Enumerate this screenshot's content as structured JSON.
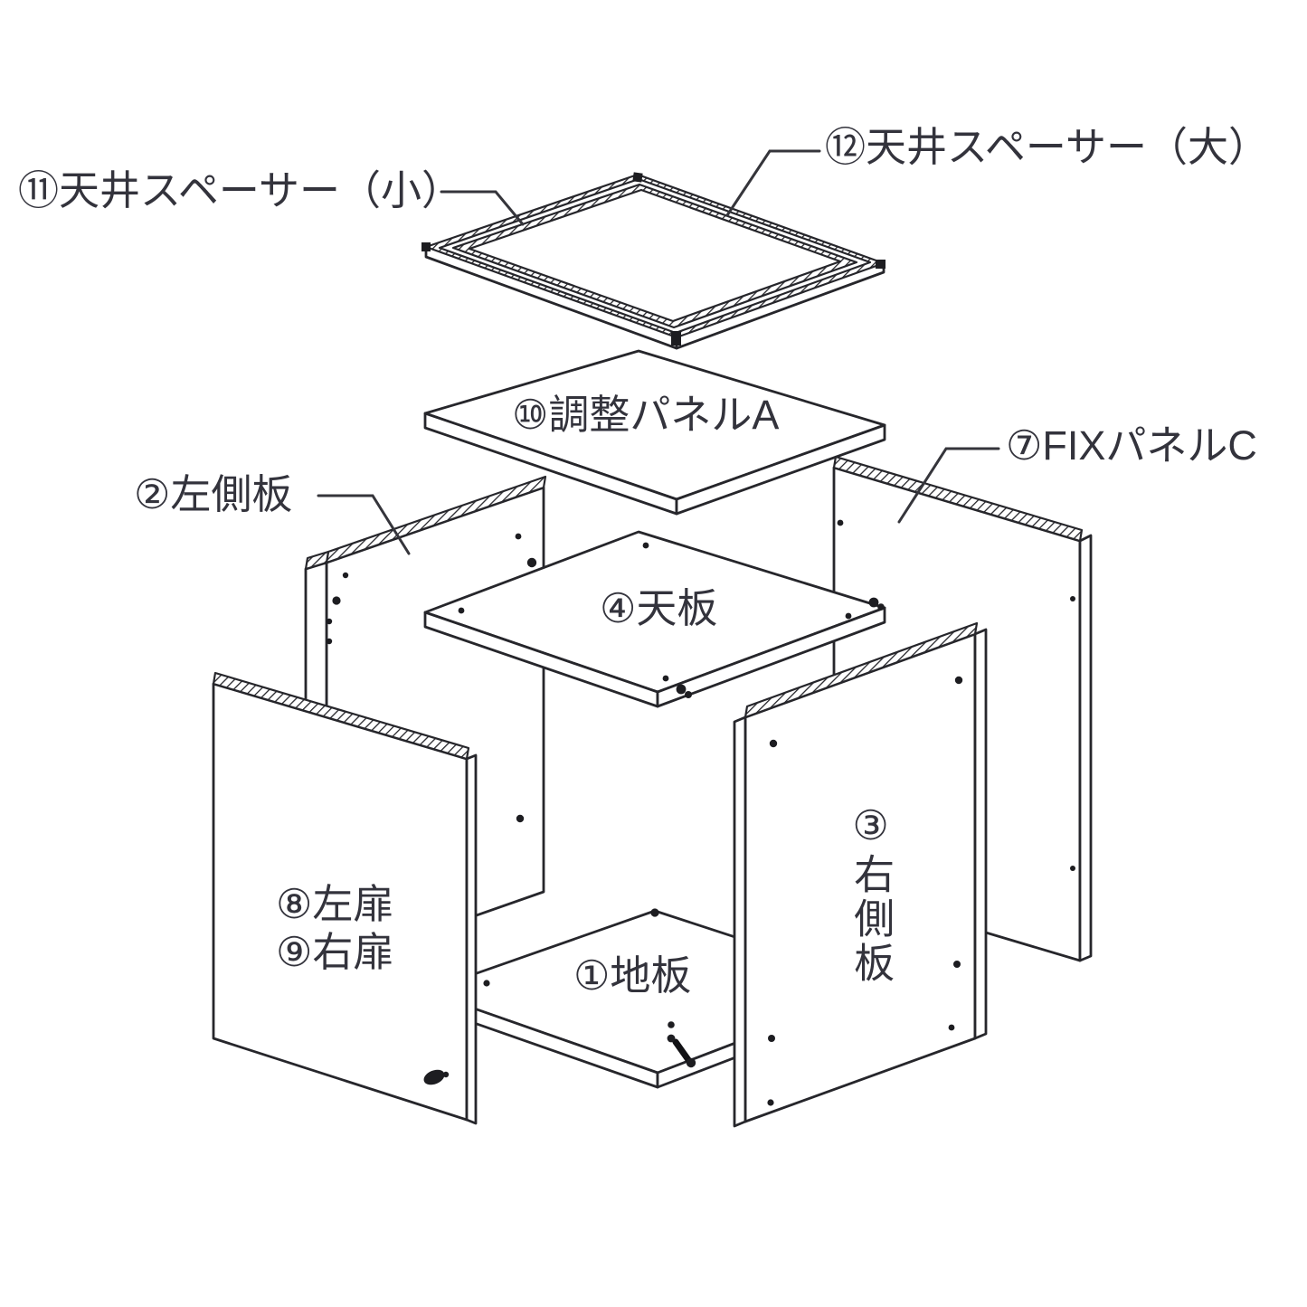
{
  "diagram": {
    "type": "exploded-assembly-drawing",
    "background": "#ffffff",
    "line_color": "#26262b",
    "text_color": "#33333c",
    "labels": {
      "base_panel": "①地板",
      "left_side_panel": "②左側板",
      "right_side_panel": "③右側板",
      "top_panel": "④天板",
      "fix_panel_c": "⑦FIXパネルC",
      "door_left": "⑧左扉",
      "door_right": "⑨右扉",
      "adjust_panel_a": "⑩調整パネルA",
      "ceiling_spacer_small": "⑪天井スペーサー（小）",
      "ceiling_spacer_large": "⑫天井スペーサー（大）"
    },
    "parts": [
      {
        "no": "①",
        "name": "地板"
      },
      {
        "no": "②",
        "name": "左側板"
      },
      {
        "no": "③",
        "name": "右側板"
      },
      {
        "no": "④",
        "name": "天板"
      },
      {
        "no": "⑦",
        "name": "FIXパネルC"
      },
      {
        "no": "⑧",
        "name": "左扉"
      },
      {
        "no": "⑨",
        "name": "右扉"
      },
      {
        "no": "⑩",
        "name": "調整パネルA"
      },
      {
        "no": "⑪",
        "name": "天井スペーサー（小）"
      },
      {
        "no": "⑫",
        "name": "天井スペーサー（大）"
      }
    ]
  }
}
